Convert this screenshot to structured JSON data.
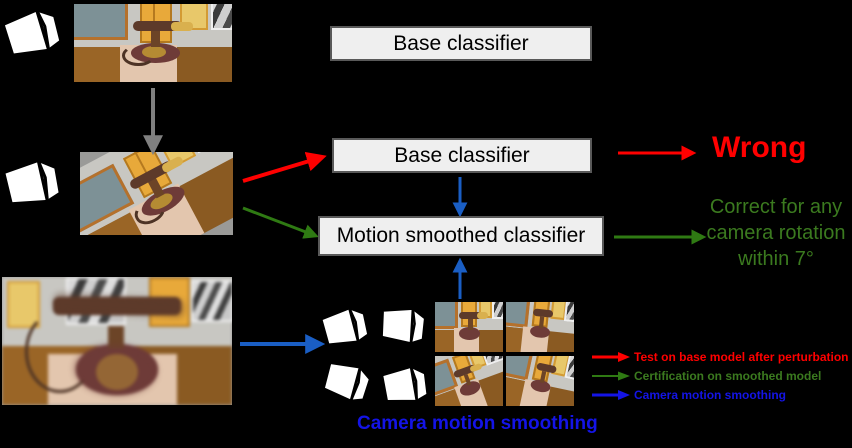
{
  "figure": {
    "background_color": "#000000",
    "boxes": {
      "base_top": "Base classifier",
      "base_mid": "Base classifier",
      "smoothed": "Motion smoothed classifier"
    },
    "labels": {
      "wrong": "Wrong",
      "correct": "Correct for any camera rotation within 7°",
      "camera_motion_smoothing": "Camera motion smoothing"
    },
    "colors": {
      "red": "#ff0000",
      "green": "#3b7a1f",
      "blue": "#1414e6",
      "gray_arrow": "#808080",
      "box_fill": "#efefef",
      "box_border": "#595959"
    },
    "legend": [
      {
        "color_name": "red",
        "color": "#ff0000",
        "text": "Test on base model after perturbation"
      },
      {
        "color_name": "green",
        "color": "#3b7a1f",
        "text": "Certification on smoothed model"
      },
      {
        "color_name": "blue",
        "color": "#1414e6",
        "text": "Camera motion smoothing"
      }
    ],
    "icons": {
      "camera": "camera-icon",
      "arrow_red": "arrow-right-red-icon",
      "arrow_green": "arrow-right-green-icon",
      "arrow_blue": "arrow-blue-icon",
      "arrow_gray": "arrow-down-gray-icon"
    },
    "scenes": {
      "clean": "rendered-room-telephone-upright",
      "rotated": "rendered-room-telephone-rotated",
      "smoothed": "rendered-room-telephone-motion-blurred",
      "grid": [
        "rendered-room-telephone-sample-1",
        "rendered-room-telephone-sample-2",
        "rendered-room-telephone-sample-3",
        "rendered-room-telephone-sample-4"
      ]
    }
  }
}
